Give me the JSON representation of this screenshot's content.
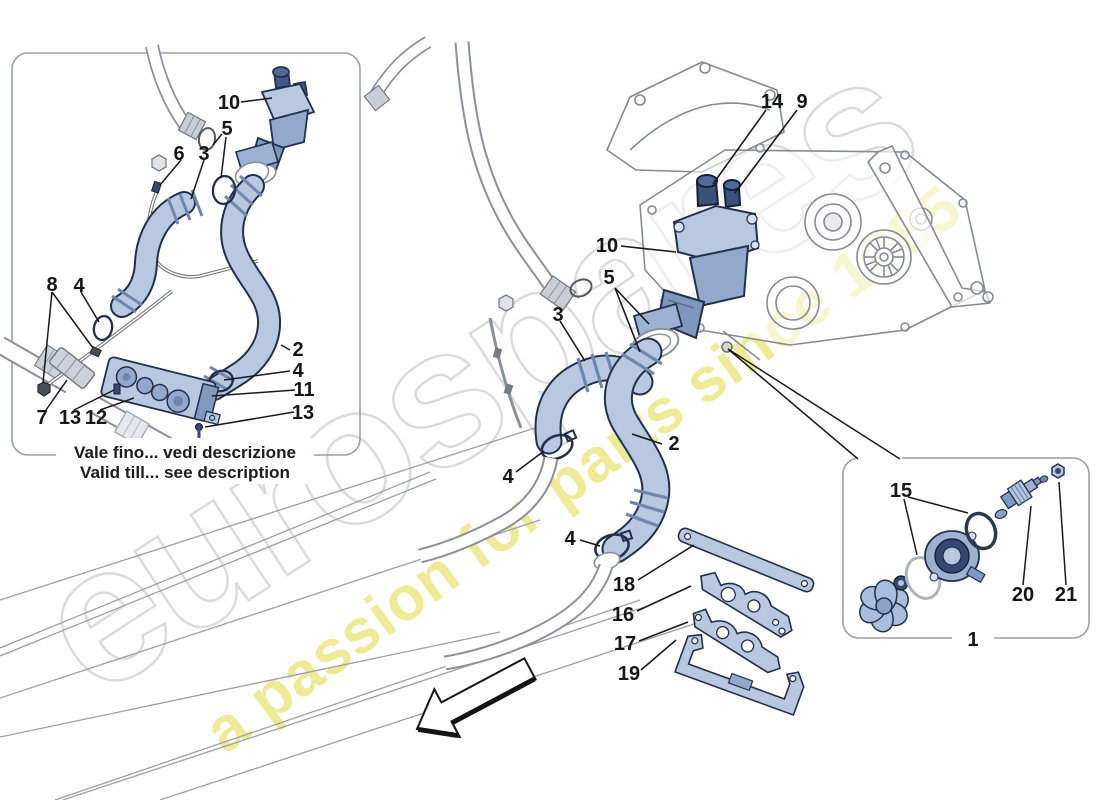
{
  "watermark": {
    "brand": "eurospares",
    "tagline": "a passion for parts since 1985",
    "brand_outline_color": "#d8d8d8",
    "tagline_color": "#ece989"
  },
  "note": {
    "line1": "Vale fino... vedi descrizione",
    "line2": "Valid till... see description"
  },
  "colors": {
    "part_fill": "#b8c8e0",
    "part_fill_mid": "#93a9cb",
    "part_fill_dark": "#7f97bd",
    "part_outline": "#22304c",
    "navy_fitting": "#35496f",
    "line_art_gray": "#858b94",
    "leader_black": "#1a1a1a",
    "inset_border": "#9aa0a6"
  },
  "callouts": {
    "inset_top_left": {
      "c10": "10",
      "c5": "5",
      "c6": "6",
      "c3": "3",
      "c8": "8",
      "c4a": "4",
      "c2": "2",
      "c4b": "4",
      "c11": "11",
      "c13b": "13",
      "c7": "7",
      "c13a": "13",
      "c12": "12"
    },
    "main": {
      "c14": "14",
      "c9": "9",
      "c10": "10",
      "c5": "5",
      "c3": "3",
      "c2": "2",
      "c4a": "4",
      "c4b": "4",
      "c18": "18",
      "c16": "16",
      "c17": "17",
      "c19": "19"
    },
    "inset_bottom_right": {
      "c15": "15",
      "c20": "20",
      "c21": "21",
      "c1": "1"
    }
  }
}
